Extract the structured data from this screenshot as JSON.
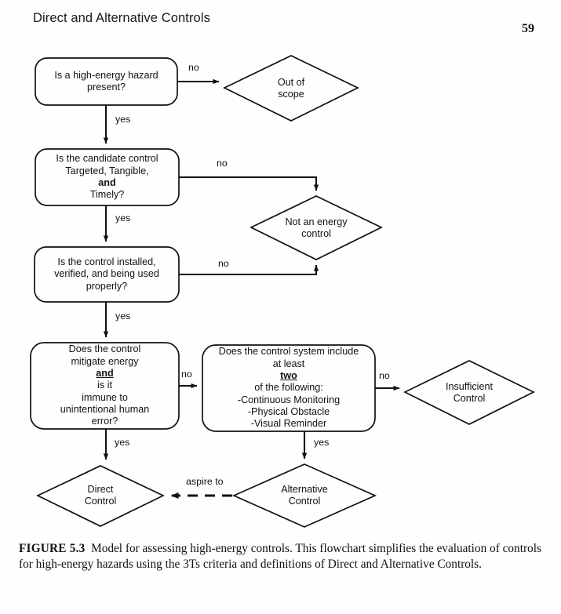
{
  "header": {
    "running_head": "Direct and Alternative Controls",
    "page_number": "59"
  },
  "caption": {
    "figure_label": "FIGURE 5.3",
    "text": "Model for assessing high-energy controls. This flowchart simplifies the evaluation of controls for high-energy hazards using the 3Ts criteria and definitions of Direct and Alternative Controls."
  },
  "chart_data": {
    "type": "diagram",
    "diagram_kind": "flowchart",
    "title": "Model for assessing high-energy controls",
    "nodes": [
      {
        "id": "q1",
        "shape": "rounded-rect",
        "text": "Is a high-energy hazard present?"
      },
      {
        "id": "out_of_scope",
        "shape": "diamond",
        "text": "Out of scope"
      },
      {
        "id": "q2",
        "shape": "rounded-rect",
        "text": "Is the candidate control Targeted, Tangible, and Timely?"
      },
      {
        "id": "not_energy",
        "shape": "diamond",
        "text": "Not an energy control"
      },
      {
        "id": "q3",
        "shape": "rounded-rect",
        "text": "Is the control installed, verified, and being used properly?"
      },
      {
        "id": "q4",
        "shape": "rounded-rect",
        "text": "Does the control mitigate energy and is it immune to unintentional human error?"
      },
      {
        "id": "q5",
        "shape": "rounded-rect",
        "text": "Does the control system include at least two of the following: -Continuous Monitoring -Physical Obstacle -Visual Reminder"
      },
      {
        "id": "insufficient",
        "shape": "diamond",
        "text": "Insufficient Control"
      },
      {
        "id": "direct",
        "shape": "diamond",
        "text": "Direct Control"
      },
      {
        "id": "alternative",
        "shape": "diamond",
        "text": "Alternative Control"
      }
    ],
    "edges": [
      {
        "from": "q1",
        "to": "out_of_scope",
        "label": "no",
        "style": "solid"
      },
      {
        "from": "q1",
        "to": "q2",
        "label": "yes",
        "style": "solid"
      },
      {
        "from": "q2",
        "to": "not_energy",
        "label": "no",
        "style": "solid"
      },
      {
        "from": "q2",
        "to": "q3",
        "label": "yes",
        "style": "solid"
      },
      {
        "from": "q3",
        "to": "not_energy",
        "label": "no",
        "style": "solid"
      },
      {
        "from": "q3",
        "to": "q4",
        "label": "yes",
        "style": "solid"
      },
      {
        "from": "q4",
        "to": "q5",
        "label": "no",
        "style": "solid"
      },
      {
        "from": "q4",
        "to": "direct",
        "label": "yes",
        "style": "solid"
      },
      {
        "from": "q5",
        "to": "insufficient",
        "label": "no",
        "style": "solid"
      },
      {
        "from": "q5",
        "to": "alternative",
        "label": "yes",
        "style": "solid"
      },
      {
        "from": "alternative",
        "to": "direct",
        "label": "aspire to",
        "style": "dashed"
      }
    ]
  },
  "nodes": {
    "q1": {
      "line1": "Is a high-energy hazard",
      "line2": "present?"
    },
    "out_of_scope": {
      "line1": "Out of",
      "line2": "scope"
    },
    "q2": {
      "line1": "Is the candidate control",
      "line2a": "Targeted, Tangible, ",
      "line2b": "and",
      "line3": "Timely?"
    },
    "not_energy": {
      "line1": "Not an energy",
      "line2": "control"
    },
    "q3": {
      "line1": "Is the control installed,",
      "line2": "verified, and being used",
      "line3": "properly?"
    },
    "q4": {
      "line1": "Does the control",
      "line2a": "mitigate energy ",
      "line2b": "and",
      "line2c": " is it",
      "line3": "immune to",
      "line4": "unintentional human",
      "line5": "error?"
    },
    "q5": {
      "line1": "Does the control system include",
      "line2a": "at least ",
      "line2b": "two",
      "line2c": " of the following:",
      "line3": "-Continuous Monitoring",
      "line4": "-Physical Obstacle",
      "line5": "-Visual Reminder"
    },
    "insufficient": {
      "line1": "Insufficient",
      "line2": "Control"
    },
    "direct": {
      "line1": "Direct",
      "line2": "Control"
    },
    "alternative": {
      "line1": "Alternative",
      "line2": "Control"
    }
  },
  "edge_labels": {
    "q1_no": "no",
    "q1_yes": "yes",
    "q2_no": "no",
    "q2_yes": "yes",
    "q3_no": "no",
    "q3_yes": "yes",
    "q4_no": "no",
    "q4_yes": "yes",
    "q5_no": "no",
    "q5_yes": "yes",
    "aspire": "aspire to"
  },
  "colors": {
    "stroke": "#111111",
    "background": "#ffffff",
    "text": "#111111"
  }
}
